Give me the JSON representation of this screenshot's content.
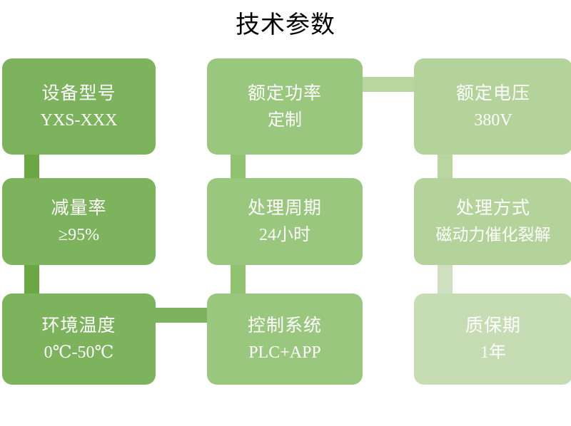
{
  "page": {
    "title": "技术参数",
    "background": "#ffffff",
    "title_color": "#000000"
  },
  "palette": {
    "green_dark": "#7cb35c",
    "green_mid": "#9ac77e",
    "green_light": "#b4d39a",
    "green_pale": "#c6dcb2",
    "connector_dark": "#6aa843",
    "connector_mid": "#90c26f",
    "connector_light": "#b9d6a0",
    "connector_pale": "#cfe0c0",
    "text_white": "#ffffff"
  },
  "diagram": {
    "type": "spec-grid",
    "rows": 3,
    "columns": 3,
    "cards": [
      {
        "id": "model",
        "label": "设备型号",
        "value": "YXS-XXX",
        "color": "#7cb35c",
        "row": 1,
        "col": 1
      },
      {
        "id": "rated-power",
        "label": "额定功率",
        "value": "定制",
        "color": "#9ac77e",
        "row": 1,
        "col": 2
      },
      {
        "id": "rated-voltage",
        "label": "额定电压",
        "value": "380V",
        "color": "#b4d39a",
        "row": 1,
        "col": 3
      },
      {
        "id": "reduction",
        "label": "减量率",
        "value": "≥95%",
        "color": "#7cb35c",
        "row": 2,
        "col": 1
      },
      {
        "id": "cycle",
        "label": "处理周期",
        "value": "24小时",
        "color": "#9ac77e",
        "row": 2,
        "col": 2
      },
      {
        "id": "method",
        "label": "处理方式",
        "value": "磁动力催化裂解",
        "color": "#b4d39a",
        "row": 2,
        "col": 3
      },
      {
        "id": "ambient-temp",
        "label": "环境温度",
        "value": "0℃-50℃",
        "color": "#7cb35c",
        "row": 3,
        "col": 1
      },
      {
        "id": "control",
        "label": "控制系统",
        "value": "PLC+APP",
        "color": "#9ac77e",
        "row": 3,
        "col": 2
      },
      {
        "id": "warranty",
        "label": "质保期",
        "value": "1年",
        "color": "#c6dcb2",
        "row": 3,
        "col": 3
      }
    ],
    "connectors": [
      {
        "id": "col1-r1-r2",
        "orientation": "vertical",
        "color": "#6aa843"
      },
      {
        "id": "col1-r2-r3",
        "orientation": "vertical",
        "color": "#6aa843"
      },
      {
        "id": "col2-r1-r2",
        "orientation": "vertical",
        "color": "#90c26f"
      },
      {
        "id": "col2-r2-r3",
        "orientation": "vertical",
        "color": "#90c26f"
      },
      {
        "id": "col3-r1-r2",
        "orientation": "vertical",
        "color": "#b9d6a0"
      },
      {
        "id": "col3-r2-r3",
        "orientation": "vertical",
        "color": "#cfe0c0"
      },
      {
        "id": "row1-c2-c3",
        "orientation": "horizontal",
        "color": "#b9d6a0"
      },
      {
        "id": "row3-c1-c2",
        "orientation": "horizontal",
        "color": "#7cb35c"
      }
    ]
  }
}
